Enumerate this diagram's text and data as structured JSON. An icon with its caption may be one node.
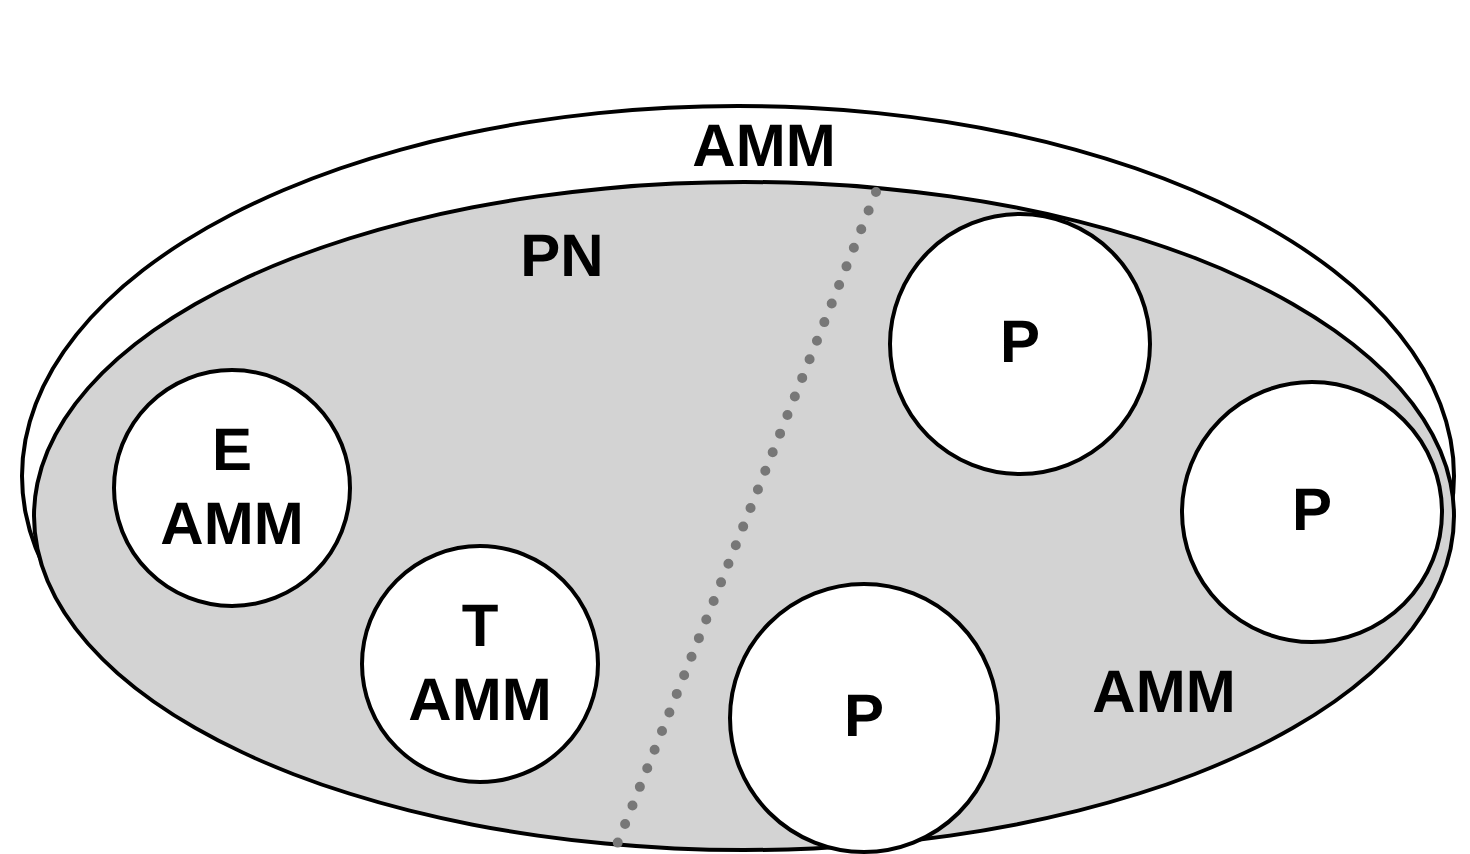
{
  "diagram": {
    "nodes": [
      {
        "text": [
          "AMM"
        ]
      },
      {
        "text": [
          "PN",
          "AMM"
        ],
        "in": 0
      },
      {
        "text": [
          "E AMM"
        ],
        "in": 1
      },
      {
        "text": [
          "T AMM"
        ],
        "in": 1
      },
      {
        "text": [
          "P"
        ],
        "in": 1
      },
      {
        "text": [
          "P"
        ],
        "in": 1
      },
      {
        "text": [
          "P"
        ],
        "in": 1
      }
    ]
  }
}
